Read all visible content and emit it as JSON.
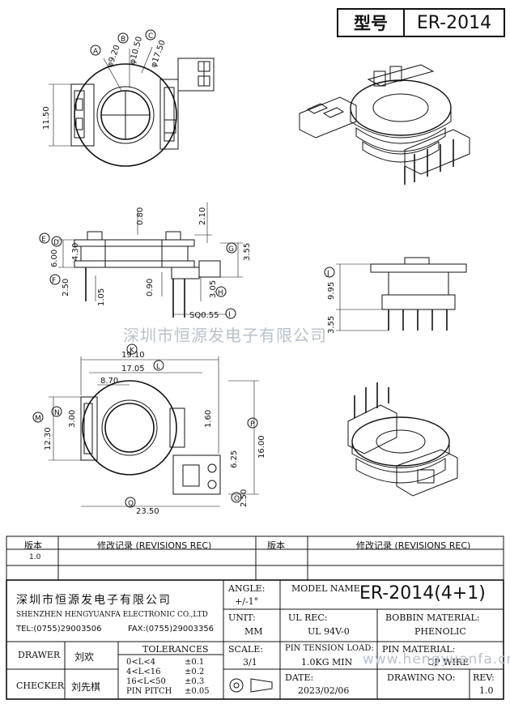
{
  "header": {
    "type_label": "型号",
    "model": "ER-2014"
  },
  "drawing": {
    "top_view": {
      "circle_labels": [
        "A",
        "B",
        "C"
      ],
      "dim_a": "φ9.20",
      "dim_b": "φ10.50",
      "dim_c": "φ17.50",
      "dim_height": "11.50"
    },
    "side_view": {
      "labels": [
        "D",
        "E",
        "F",
        "G",
        "H",
        "I"
      ],
      "dim_080": "0.80",
      "dim_210": "2.10",
      "dim_600": "6.00",
      "dim_430": "4.30",
      "dim_355": "3.55",
      "dim_250": "2.50",
      "dim_105": "1.05",
      "dim_090": "0.90",
      "dim_305": "3.05",
      "dim_sq": "SQ0.55"
    },
    "right_view": {
      "label": "J",
      "dim_995": "9.95",
      "dim_355": "3.55"
    },
    "bottom_view": {
      "labels": [
        "K",
        "L",
        "M",
        "N",
        "O",
        "P",
        "Q"
      ],
      "dim_1910": "19.10",
      "dim_1705": "17.05",
      "dim_870": "8.70",
      "dim_300": "3.00",
      "dim_1230": "12.30",
      "dim_160": "1.60",
      "dim_1600": "16.00",
      "dim_625": "6.25",
      "dim_250": "2.50",
      "dim_2350": "23.50"
    }
  },
  "watermark": "深圳市恒源发电子有限公司",
  "watermark_url": "www.hengyuanfa.cn",
  "revisions": {
    "col_version": "版本",
    "col_record": "修改记录 (REVISIONS REC)",
    "row1_version": "1.0"
  },
  "company": {
    "name_cn": "深圳市恒源发电子有限公司",
    "name_en": "SHENZHEN HENGYUANFA ELECTRONIC CO.,LTD",
    "tel": "TEL:(0755)29003506",
    "fax": "FAX:(0755)29003356"
  },
  "fields": {
    "angle_label": "ANGLE:",
    "angle_value": "+/-1°",
    "model_name_label": "MODEL NAME:",
    "model_name_value": "ER-2014(4+1)",
    "unit_label": "UNIT:",
    "unit_value": "MM",
    "ul_rec_label": "UL REC:",
    "ul_rec_value": "UL 94V-0",
    "bobbin_label": "BOBBIN MATERIAL:",
    "bobbin_value": "PHENOLIC",
    "scale_label": "SCALE:",
    "scale_value": "3/1",
    "pin_tension_label": "PIN TENSION LOAD:",
    "pin_tension_value": "1.0KG MIN",
    "pin_material_label": "PIN MATERIAL:",
    "pin_material_value": "CP WIRE",
    "date_label": "DATE:",
    "date_value": "2023/02/06",
    "drawing_no_label": "DRAWING NO:",
    "rev_label": "REV:",
    "rev_value": "1.0",
    "drawer_label": "DRAWER",
    "drawer_value": "刘欢",
    "checker_label": "CHECKER",
    "checker_value": "刘先棋",
    "tolerances_label": "TOLERANCES",
    "tol_rows": [
      {
        "range": "0<L<4",
        "tol": "±0.1"
      },
      {
        "range": "4<L<16",
        "tol": "±0.2"
      },
      {
        "range": "16<L<50",
        "tol": "±0.3"
      },
      {
        "range": "PIN PITCH",
        "tol": "±0.05"
      }
    ]
  }
}
